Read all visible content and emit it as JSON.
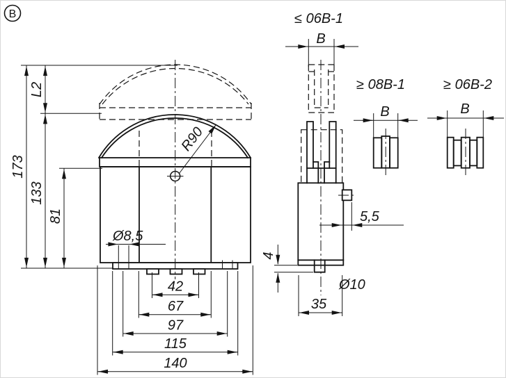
{
  "detail_marker": "B",
  "front_view": {
    "radius": "R90",
    "hole_dia": "Ø8,5",
    "dim_l2": "L2",
    "dim_total_height": "173",
    "dim_mid_height": "133",
    "dim_body_height": "81",
    "dim_slot_spacing": "42",
    "dim_body_width": "67",
    "dim_hole_spacing": "97",
    "dim_plate_width": "115",
    "dim_overall_width": "140"
  },
  "side_view": {
    "title": "≤ 06B-1",
    "width_label": "B",
    "dim_offset": "5,5",
    "dim_pin_length": "4",
    "dim_pin_dia": "Ø10",
    "dim_depth": "35"
  },
  "profile_single": {
    "title": "≥ 08B-1",
    "width_label": "B"
  },
  "profile_duplex": {
    "title": "≥ 06B-2",
    "width_label": "B"
  },
  "colors": {
    "line": "#141414",
    "background": "#ffffff"
  }
}
